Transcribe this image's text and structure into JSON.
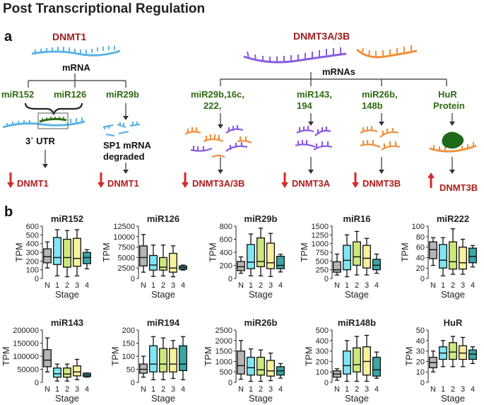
{
  "title": "Post Transcriptional Regulation",
  "panel_a": {
    "label": "a",
    "dnmt1": "DNMT1",
    "mrna": "mRNA",
    "mir152": "miR152",
    "mir126": "miR126",
    "mir29b": "miR29b",
    "utr": "3` UTR",
    "sp1_line1": "SP1 mRNA",
    "sp1_line2": "degraded",
    "result1": "DNMT1",
    "result2": "DNMT1",
    "dnmt3": "DNMT3A/3B",
    "mrnas": "mRNAs",
    "grp1_line1": "miR29b,16c,",
    "grp1_line2": "222,",
    "grp2_line1": "miR143,",
    "grp2_line2": "194",
    "grp3_line1": "miR26b,",
    "grp3_line2": "148b",
    "grp4_line1": "HuR",
    "grp4_line2": "Protein",
    "result3": "DNMT3A/3B",
    "result4": "DNMT3A",
    "result5": "DNMT3B",
    "result6": "DNMT3B",
    "colors": {
      "blue_mrna": "#5ab4e6",
      "purple_mrna": "#8a5ce0",
      "orange_mrna": "#f0903c",
      "down_arrow": "#d42a2a",
      "up_arrow": "#d42a2a",
      "hur": "#1e6a18"
    }
  },
  "panel_b": {
    "label": "b",
    "ylabel": "TPM",
    "xlabel": "Stage",
    "colors": [
      "#b5b5b5",
      "#7fe6f2",
      "#cde87a",
      "#f7f19c",
      "#3aa6a4"
    ]
  },
  "chart_data": [
    {
      "type": "box",
      "title": "miR152",
      "categories": [
        "N",
        "1",
        "2",
        "3",
        "4"
      ],
      "ylim": [
        0,
        600
      ],
      "yticks": [
        0,
        100,
        200,
        300,
        400,
        500,
        600
      ],
      "boxes": [
        {
          "min": 120,
          "q1": 180,
          "median": 250,
          "q3": 340,
          "max": 420
        },
        {
          "min": 30,
          "q1": 160,
          "median": 240,
          "q3": 470,
          "max": 560
        },
        {
          "min": 20,
          "q1": 130,
          "median": 240,
          "q3": 450,
          "max": 550
        },
        {
          "min": 30,
          "q1": 140,
          "median": 230,
          "q3": 460,
          "max": 560
        },
        {
          "min": 110,
          "q1": 170,
          "median": 240,
          "q3": 300,
          "max": 330
        }
      ]
    },
    {
      "type": "box",
      "title": "miR126",
      "categories": [
        "N",
        "1",
        "2",
        "3",
        "4"
      ],
      "ylim": [
        0,
        12500
      ],
      "yticks": [
        0,
        2500,
        5000,
        7500,
        10000,
        12500
      ],
      "boxes": [
        {
          "min": 1500,
          "q1": 3000,
          "median": 5000,
          "q3": 7800,
          "max": 10500
        },
        {
          "min": 500,
          "q1": 2000,
          "median": 3200,
          "q3": 5500,
          "max": 8000
        },
        {
          "min": 600,
          "q1": 2000,
          "median": 2700,
          "q3": 5000,
          "max": 8000
        },
        {
          "min": 400,
          "q1": 1500,
          "median": 2500,
          "q3": 6000,
          "max": 7800
        },
        {
          "min": 2000,
          "q1": 2200,
          "median": 2600,
          "q3": 3000,
          "max": 3200
        }
      ]
    },
    {
      "type": "box",
      "title": "miR29b",
      "categories": [
        "N",
        "1",
        "2",
        "3",
        "4"
      ],
      "ylim": [
        0,
        800
      ],
      "yticks": [
        0,
        200,
        400,
        600,
        800
      ],
      "boxes": [
        {
          "min": 80,
          "q1": 120,
          "median": 180,
          "q3": 260,
          "max": 330
        },
        {
          "min": 40,
          "q1": 150,
          "median": 250,
          "q3": 520,
          "max": 680
        },
        {
          "min": 40,
          "q1": 180,
          "median": 260,
          "q3": 620,
          "max": 770
        },
        {
          "min": 30,
          "q1": 150,
          "median": 240,
          "q3": 540,
          "max": 690
        },
        {
          "min": 100,
          "q1": 150,
          "median": 200,
          "q3": 340,
          "max": 370
        }
      ]
    },
    {
      "type": "box",
      "title": "miR16",
      "categories": [
        "N",
        "1",
        "2",
        "3",
        "4"
      ],
      "ylim": [
        0,
        1500
      ],
      "yticks": [
        0,
        250,
        500,
        750,
        1000,
        1250,
        1500
      ],
      "boxes": [
        {
          "min": 100,
          "q1": 180,
          "median": 250,
          "q3": 480,
          "max": 700
        },
        {
          "min": 50,
          "q1": 250,
          "median": 520,
          "q3": 950,
          "max": 1250
        },
        {
          "min": 100,
          "q1": 380,
          "median": 620,
          "q3": 1050,
          "max": 1350
        },
        {
          "min": 100,
          "q1": 300,
          "median": 580,
          "q3": 950,
          "max": 1150
        },
        {
          "min": 150,
          "q1": 250,
          "median": 380,
          "q3": 550,
          "max": 700
        }
      ]
    },
    {
      "type": "box",
      "title": "miR222",
      "categories": [
        "N",
        "1",
        "2",
        "3",
        "4"
      ],
      "ylim": [
        0,
        100
      ],
      "yticks": [
        0,
        20,
        40,
        60,
        80,
        100
      ],
      "boxes": [
        {
          "min": 25,
          "q1": 38,
          "median": 55,
          "q3": 70,
          "max": 78
        },
        {
          "min": 5,
          "q1": 20,
          "median": 35,
          "q3": 65,
          "max": 78
        },
        {
          "min": 8,
          "q1": 18,
          "median": 32,
          "q3": 70,
          "max": 95
        },
        {
          "min": 8,
          "q1": 18,
          "median": 30,
          "q3": 60,
          "max": 75
        },
        {
          "min": 22,
          "q1": 30,
          "median": 42,
          "q3": 58,
          "max": 63
        }
      ]
    },
    {
      "type": "box",
      "title": "miR143",
      "categories": [
        "N",
        "1",
        "2",
        "3",
        "4"
      ],
      "ylim": [
        0,
        200000
      ],
      "yticks": [
        0,
        50000,
        100000,
        150000,
        200000
      ],
      "boxes": [
        {
          "min": 40000,
          "q1": 60000,
          "median": 85000,
          "q3": 125000,
          "max": 170000
        },
        {
          "min": 5000,
          "q1": 20000,
          "median": 33000,
          "q3": 55000,
          "max": 70000
        },
        {
          "min": 5000,
          "q1": 20000,
          "median": 32000,
          "q3": 55000,
          "max": 70000
        },
        {
          "min": 10000,
          "q1": 25000,
          "median": 40000,
          "q3": 63000,
          "max": 88000
        },
        {
          "min": 20000,
          "q1": 22000,
          "median": 28000,
          "q3": 35000,
          "max": 36000
        }
      ]
    },
    {
      "type": "box",
      "title": "miR194",
      "categories": [
        "N",
        "1",
        "2",
        "3",
        "4"
      ],
      "ylim": [
        0,
        200
      ],
      "yticks": [
        0,
        50,
        100,
        150,
        200
      ],
      "boxes": [
        {
          "min": 20,
          "q1": 35,
          "median": 50,
          "q3": 70,
          "max": 100
        },
        {
          "min": 10,
          "q1": 40,
          "median": 70,
          "q3": 140,
          "max": 175
        },
        {
          "min": 10,
          "q1": 40,
          "median": 70,
          "q3": 130,
          "max": 170
        },
        {
          "min": 15,
          "q1": 40,
          "median": 70,
          "q3": 130,
          "max": 160
        },
        {
          "min": 10,
          "q1": 45,
          "median": 70,
          "q3": 140,
          "max": 175
        }
      ]
    },
    {
      "type": "box",
      "title": "miR26b",
      "categories": [
        "N",
        "1",
        "2",
        "3",
        "4"
      ],
      "ylim": [
        0,
        2500
      ],
      "yticks": [
        0,
        500,
        1000,
        1500,
        2000,
        2500
      ],
      "boxes": [
        {
          "min": 150,
          "q1": 400,
          "median": 800,
          "q3": 1500,
          "max": 2000
        },
        {
          "min": 50,
          "q1": 350,
          "median": 700,
          "q3": 1200,
          "max": 1600
        },
        {
          "min": 50,
          "q1": 350,
          "median": 600,
          "q3": 1200,
          "max": 1550
        },
        {
          "min": 80,
          "q1": 300,
          "median": 550,
          "q3": 1050,
          "max": 1400
        },
        {
          "min": 200,
          "q1": 350,
          "median": 550,
          "q3": 750,
          "max": 900
        }
      ]
    },
    {
      "type": "box",
      "title": "miR148b",
      "categories": [
        "N",
        "1",
        "2",
        "3",
        "4"
      ],
      "ylim": [
        0,
        500
      ],
      "yticks": [
        0,
        100,
        200,
        300,
        400,
        500
      ],
      "boxes": [
        {
          "min": 20,
          "q1": 50,
          "median": 80,
          "q3": 110,
          "max": 130
        },
        {
          "min": 10,
          "q1": 80,
          "median": 160,
          "q3": 300,
          "max": 400
        },
        {
          "min": 10,
          "q1": 100,
          "median": 170,
          "q3": 330,
          "max": 440
        },
        {
          "min": 10,
          "q1": 70,
          "median": 200,
          "q3": 340,
          "max": 450
        },
        {
          "min": 40,
          "q1": 60,
          "median": 120,
          "q3": 240,
          "max": 290
        }
      ]
    },
    {
      "type": "box",
      "title": "HuR",
      "categories": [
        "N",
        "1",
        "2",
        "3",
        "4"
      ],
      "ylim": [
        0,
        50
      ],
      "yticks": [
        0,
        10,
        20,
        30,
        40,
        50
      ],
      "boxes": [
        {
          "min": 10,
          "q1": 14,
          "median": 19,
          "q3": 24,
          "max": 30
        },
        {
          "min": 15,
          "q1": 22,
          "median": 28,
          "q3": 34,
          "max": 40
        },
        {
          "min": 15,
          "q1": 22,
          "median": 29,
          "q3": 38,
          "max": 44
        },
        {
          "min": 15,
          "q1": 22,
          "median": 28,
          "q3": 35,
          "max": 43
        },
        {
          "min": 18,
          "q1": 22,
          "median": 27,
          "q3": 31,
          "max": 34
        }
      ]
    }
  ]
}
